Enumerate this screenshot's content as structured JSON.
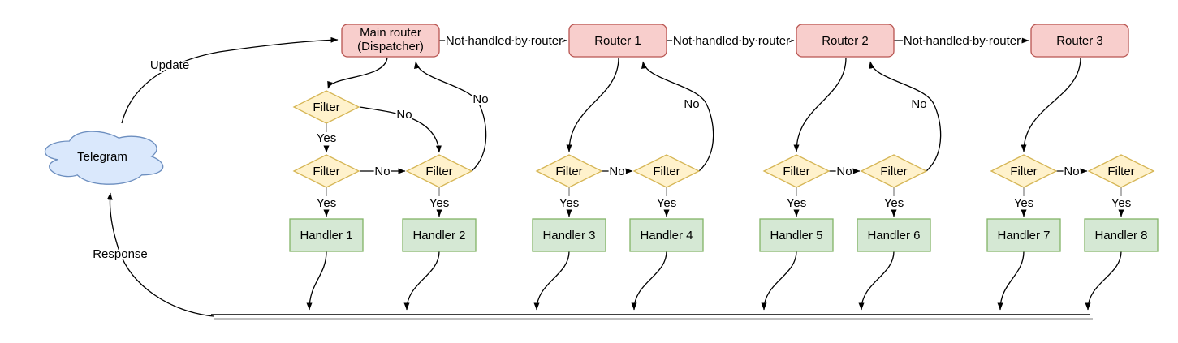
{
  "nodes": {
    "telegram": "Telegram",
    "main_router_line1": "Main router",
    "main_router_line2": "(Dispatcher)",
    "router1": "Router 1",
    "router2": "Router 2",
    "router3": "Router 3",
    "filter": "Filter",
    "handlers": [
      "Handler 1",
      "Handler 2",
      "Handler 3",
      "Handler 4",
      "Handler 5",
      "Handler 6",
      "Handler 7",
      "Handler 8"
    ]
  },
  "edges": {
    "update": "Update",
    "response": "Response",
    "not_handled": "Not handled by router",
    "yes": "Yes",
    "no": "No"
  },
  "colors": {
    "router_fill": "#f8cecc",
    "router_stroke": "#b85450",
    "filter_fill": "#fff2cc",
    "filter_stroke": "#d6b656",
    "handler_fill": "#d5e8d4",
    "handler_stroke": "#82b366",
    "cloud_fill": "#dae8fc",
    "cloud_stroke": "#6c8ebf",
    "edge_color": "#000000",
    "stub_color": "#9e9e9e"
  }
}
